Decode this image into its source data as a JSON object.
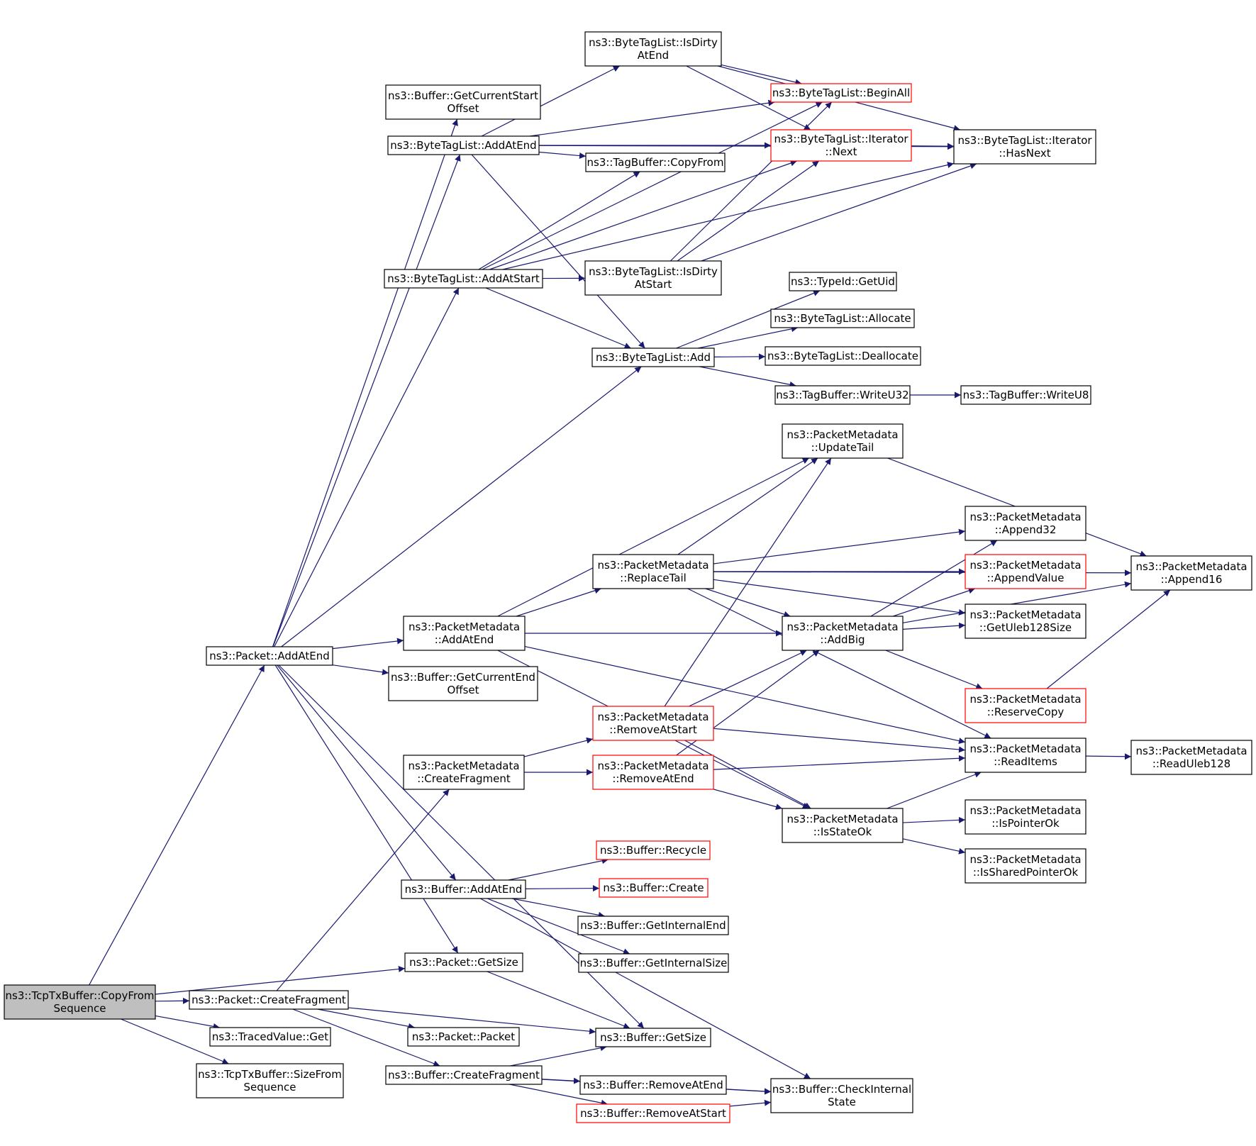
{
  "colors": {
    "edge": "#191970",
    "border_normal": "#000000",
    "border_truncated": "#ff0000",
    "root_fill": "#bfbfbf",
    "fill": "#ffffff"
  },
  "nodes": {
    "root": {
      "lines": [
        "ns3::TcpTxBuffer::CopyFrom",
        "Sequence"
      ],
      "style": "root"
    },
    "pkt_addatend": {
      "lines": [
        "ns3::Packet::AddAtEnd"
      ],
      "style": "normal"
    },
    "pkt_createfragment": {
      "lines": [
        "ns3::Packet::CreateFragment"
      ],
      "style": "normal"
    },
    "tracedvalue_get": {
      "lines": [
        "ns3::TracedValue::Get"
      ],
      "style": "normal"
    },
    "sizefromseq": {
      "lines": [
        "ns3::TcpTxBuffer::SizeFrom",
        "Sequence"
      ],
      "style": "normal"
    },
    "buf_getcurstart": {
      "lines": [
        "ns3::Buffer::GetCurrentStart",
        "Offset"
      ],
      "style": "normal"
    },
    "btl_addatend": {
      "lines": [
        "ns3::ByteTagList::AddAtEnd"
      ],
      "style": "normal"
    },
    "btl_addatstart": {
      "lines": [
        "ns3::ByteTagList::AddAtStart"
      ],
      "style": "normal"
    },
    "pm_addatend": {
      "lines": [
        "ns3::PacketMetadata",
        "::AddAtEnd"
      ],
      "style": "normal"
    },
    "buf_getcurend": {
      "lines": [
        "ns3::Buffer::GetCurrentEnd",
        "Offset"
      ],
      "style": "normal"
    },
    "pm_createfragment": {
      "lines": [
        "ns3::PacketMetadata",
        "::CreateFragment"
      ],
      "style": "normal"
    },
    "buf_addatend": {
      "lines": [
        "ns3::Buffer::AddAtEnd"
      ],
      "style": "normal"
    },
    "pkt_getsize": {
      "lines": [
        "ns3::Packet::GetSize"
      ],
      "style": "normal"
    },
    "pkt_packet": {
      "lines": [
        "ns3::Packet::Packet"
      ],
      "style": "normal"
    },
    "buf_createfragment": {
      "lines": [
        "ns3::Buffer::CreateFragment"
      ],
      "style": "normal"
    },
    "btl_isdirtyatend": {
      "lines": [
        "ns3::ByteTagList::IsDirty",
        "AtEnd"
      ],
      "style": "normal"
    },
    "tb_copyfrom": {
      "lines": [
        "ns3::TagBuffer::CopyFrom"
      ],
      "style": "normal"
    },
    "btl_isdirtyatstart": {
      "lines": [
        "ns3::ByteTagList::IsDirty",
        "AtStart"
      ],
      "style": "normal"
    },
    "btl_add": {
      "lines": [
        "ns3::ByteTagList::Add"
      ],
      "style": "normal"
    },
    "pm_replacetail": {
      "lines": [
        "ns3::PacketMetadata",
        "::ReplaceTail"
      ],
      "style": "normal"
    },
    "pm_removeatstart": {
      "lines": [
        "ns3::PacketMetadata",
        "::RemoveAtStart"
      ],
      "style": "truncated"
    },
    "pm_removeatend": {
      "lines": [
        "ns3::PacketMetadata",
        "::RemoveAtEnd"
      ],
      "style": "truncated"
    },
    "buf_recycle": {
      "lines": [
        "ns3::Buffer::Recycle"
      ],
      "style": "truncated"
    },
    "buf_create": {
      "lines": [
        "ns3::Buffer::Create"
      ],
      "style": "truncated"
    },
    "buf_getinternalend": {
      "lines": [
        "ns3::Buffer::GetInternalEnd"
      ],
      "style": "normal"
    },
    "buf_getinternalsize": {
      "lines": [
        "ns3::Buffer::GetInternalSize"
      ],
      "style": "normal"
    },
    "buf_getsize": {
      "lines": [
        "ns3::Buffer::GetSize"
      ],
      "style": "normal"
    },
    "buf_removeatend": {
      "lines": [
        "ns3::Buffer::RemoveAtEnd"
      ],
      "style": "normal"
    },
    "buf_removeatstart": {
      "lines": [
        "ns3::Buffer::RemoveAtStart"
      ],
      "style": "truncated"
    },
    "btl_beginall": {
      "lines": [
        "ns3::ByteTagList::BeginAll"
      ],
      "style": "truncated"
    },
    "btl_iter_next": {
      "lines": [
        "ns3::ByteTagList::Iterator",
        "::Next"
      ],
      "style": "truncated"
    },
    "typeid_getuid": {
      "lines": [
        "ns3::TypeId::GetUid"
      ],
      "style": "normal"
    },
    "btl_allocate": {
      "lines": [
        "ns3::ByteTagList::Allocate"
      ],
      "style": "normal"
    },
    "btl_deallocate": {
      "lines": [
        "ns3::ByteTagList::Deallocate"
      ],
      "style": "normal"
    },
    "tb_writeu32": {
      "lines": [
        "ns3::TagBuffer::WriteU32"
      ],
      "style": "normal"
    },
    "pm_updatetail": {
      "lines": [
        "ns3::PacketMetadata",
        "::UpdateTail"
      ],
      "style": "normal"
    },
    "pm_addbig": {
      "lines": [
        "ns3::PacketMetadata",
        "::AddBig"
      ],
      "style": "normal"
    },
    "pm_isstateok": {
      "lines": [
        "ns3::PacketMetadata",
        "::IsStateOk"
      ],
      "style": "normal"
    },
    "buf_checkinternal": {
      "lines": [
        "ns3::Buffer::CheckInternal",
        "State"
      ],
      "style": "normal"
    },
    "btl_iter_hasnext": {
      "lines": [
        "ns3::ByteTagList::Iterator",
        "::HasNext"
      ],
      "style": "normal"
    },
    "tb_writeu8": {
      "lines": [
        "ns3::TagBuffer::WriteU8"
      ],
      "style": "normal"
    },
    "pm_append32": {
      "lines": [
        "ns3::PacketMetadata",
        "::Append32"
      ],
      "style": "normal"
    },
    "pm_appendvalue": {
      "lines": [
        "ns3::PacketMetadata",
        "::AppendValue"
      ],
      "style": "truncated"
    },
    "pm_getuleb128size": {
      "lines": [
        "ns3::PacketMetadata",
        "::GetUleb128Size"
      ],
      "style": "normal"
    },
    "pm_reservecopy": {
      "lines": [
        "ns3::PacketMetadata",
        "::ReserveCopy"
      ],
      "style": "truncated"
    },
    "pm_readitems": {
      "lines": [
        "ns3::PacketMetadata",
        "::ReadItems"
      ],
      "style": "normal"
    },
    "pm_ispointerok": {
      "lines": [
        "ns3::PacketMetadata",
        "::IsPointerOk"
      ],
      "style": "normal"
    },
    "pm_issharedpointerok": {
      "lines": [
        "ns3::PacketMetadata",
        "::IsSharedPointerOk"
      ],
      "style": "normal"
    },
    "pm_append16": {
      "lines": [
        "ns3::PacketMetadata",
        "::Append16"
      ],
      "style": "normal"
    },
    "pm_readuleb128": {
      "lines": [
        "ns3::PacketMetadata",
        "::ReadUleb128"
      ],
      "style": "normal"
    }
  },
  "edges": [
    [
      "root",
      "pkt_addatend"
    ],
    [
      "root",
      "pkt_createfragment"
    ],
    [
      "root",
      "pkt_getsize"
    ],
    [
      "root",
      "tracedvalue_get"
    ],
    [
      "root",
      "sizefromseq"
    ],
    [
      "pkt_addatend",
      "buf_getcurstart"
    ],
    [
      "pkt_addatend",
      "btl_addatend"
    ],
    [
      "pkt_addatend",
      "btl_addatstart"
    ],
    [
      "pkt_addatend",
      "btl_add"
    ],
    [
      "pkt_addatend",
      "pm_addatend"
    ],
    [
      "pkt_addatend",
      "buf_getcurend"
    ],
    [
      "pkt_addatend",
      "buf_addatend"
    ],
    [
      "pkt_addatend",
      "pkt_getsize"
    ],
    [
      "pkt_addatend",
      "buf_getsize"
    ],
    [
      "pkt_createfragment",
      "pm_createfragment"
    ],
    [
      "pkt_createfragment",
      "buf_getsize"
    ],
    [
      "pkt_createfragment",
      "pkt_packet"
    ],
    [
      "pkt_createfragment",
      "buf_createfragment"
    ],
    [
      "btl_addatend",
      "btl_isdirtyatend"
    ],
    [
      "btl_addatend",
      "btl_beginall"
    ],
    [
      "btl_addatend",
      "btl_iter_next"
    ],
    [
      "btl_addatend",
      "tb_copyfrom"
    ],
    [
      "btl_addatend",
      "btl_iter_hasnext"
    ],
    [
      "btl_addatend",
      "btl_add"
    ],
    [
      "btl_addatstart",
      "tb_copyfrom"
    ],
    [
      "btl_addatstart",
      "btl_beginall"
    ],
    [
      "btl_addatstart",
      "btl_iter_next"
    ],
    [
      "btl_addatstart",
      "btl_isdirtyatstart"
    ],
    [
      "btl_addatstart",
      "btl_iter_hasnext"
    ],
    [
      "btl_addatstart",
      "btl_add"
    ],
    [
      "btl_isdirtyatend",
      "btl_beginall"
    ],
    [
      "btl_isdirtyatend",
      "btl_iter_next"
    ],
    [
      "btl_isdirtyatend",
      "btl_iter_hasnext"
    ],
    [
      "btl_isdirtyatstart",
      "btl_beginall"
    ],
    [
      "btl_isdirtyatstart",
      "btl_iter_next"
    ],
    [
      "btl_isdirtyatstart",
      "btl_iter_hasnext"
    ],
    [
      "btl_iter_next",
      "btl_iter_hasnext"
    ],
    [
      "btl_add",
      "typeid_getuid"
    ],
    [
      "btl_add",
      "btl_allocate"
    ],
    [
      "btl_add",
      "btl_deallocate"
    ],
    [
      "btl_add",
      "tb_writeu32"
    ],
    [
      "tb_writeu32",
      "tb_writeu8"
    ],
    [
      "pm_addatend",
      "pm_updatetail"
    ],
    [
      "pm_addatend",
      "pm_replacetail"
    ],
    [
      "pm_addatend",
      "pm_addbig"
    ],
    [
      "pm_addatend",
      "pm_readitems"
    ],
    [
      "pm_addatend",
      "pm_isstateok"
    ],
    [
      "pm_replacetail",
      "pm_updatetail"
    ],
    [
      "pm_replacetail",
      "pm_append16"
    ],
    [
      "pm_replacetail",
      "pm_append32"
    ],
    [
      "pm_replacetail",
      "pm_appendvalue"
    ],
    [
      "pm_replacetail",
      "pm_getuleb128size"
    ],
    [
      "pm_replacetail",
      "pm_addbig"
    ],
    [
      "pm_replacetail",
      "pm_readitems"
    ],
    [
      "pm_addbig",
      "pm_append32"
    ],
    [
      "pm_addbig",
      "pm_appendvalue"
    ],
    [
      "pm_addbig",
      "pm_getuleb128size"
    ],
    [
      "pm_addbig",
      "pm_append16"
    ],
    [
      "pm_addbig",
      "pm_reservecopy"
    ],
    [
      "pm_updatetail",
      "pm_append16"
    ],
    [
      "pm_reservecopy",
      "pm_append16"
    ],
    [
      "pm_createfragment",
      "pm_removeatstart"
    ],
    [
      "pm_createfragment",
      "pm_removeatend"
    ],
    [
      "pm_removeatstart",
      "pm_updatetail"
    ],
    [
      "pm_removeatstart",
      "pm_addbig"
    ],
    [
      "pm_removeatstart",
      "pm_readitems"
    ],
    [
      "pm_removeatstart",
      "pm_isstateok"
    ],
    [
      "pm_removeatend",
      "pm_addbig"
    ],
    [
      "pm_removeatend",
      "pm_readitems"
    ],
    [
      "pm_removeatend",
      "pm_isstateok"
    ],
    [
      "pm_isstateok",
      "pm_readitems"
    ],
    [
      "pm_isstateok",
      "pm_ispointerok"
    ],
    [
      "pm_isstateok",
      "pm_issharedpointerok"
    ],
    [
      "pm_readitems",
      "pm_readuleb128"
    ],
    [
      "buf_addatend",
      "buf_recycle"
    ],
    [
      "buf_addatend",
      "buf_create"
    ],
    [
      "buf_addatend",
      "buf_getinternalend"
    ],
    [
      "buf_addatend",
      "buf_getinternalsize"
    ],
    [
      "buf_addatend",
      "buf_checkinternal"
    ],
    [
      "pkt_getsize",
      "buf_getsize"
    ],
    [
      "buf_createfragment",
      "buf_getsize"
    ],
    [
      "buf_createfragment",
      "buf_removeatend"
    ],
    [
      "buf_createfragment",
      "buf_removeatstart"
    ],
    [
      "buf_createfragment",
      "buf_checkinternal"
    ],
    [
      "buf_removeatend",
      "buf_checkinternal"
    ],
    [
      "buf_removeatstart",
      "buf_checkinternal"
    ]
  ]
}
